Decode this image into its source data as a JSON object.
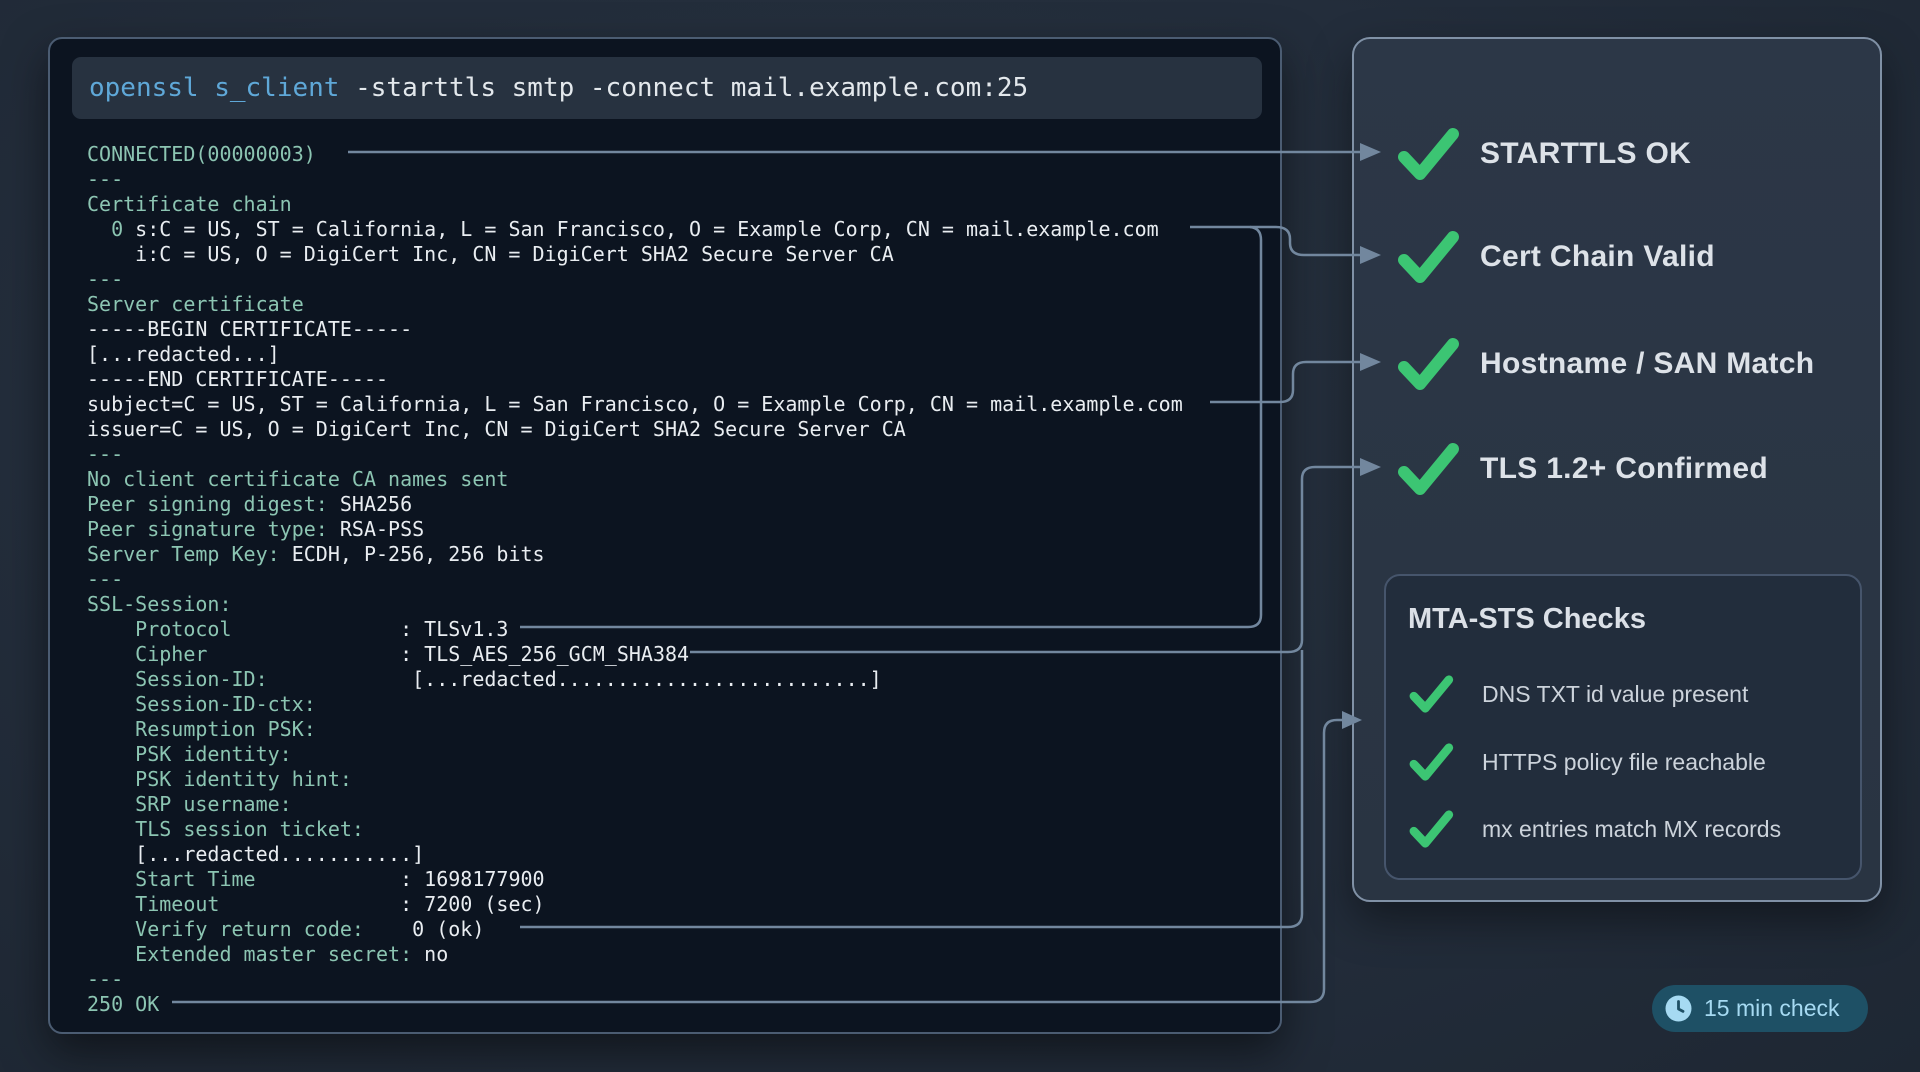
{
  "command_bar": {
    "highlight": "openssl s_client",
    "rest": " -starttls smtp -connect mail.example.com:25"
  },
  "terminal": {
    "lines": [
      [
        [
          "t",
          "CONNECTED(00000003)"
        ]
      ],
      [
        [
          "t",
          "---"
        ]
      ],
      [
        [
          "t",
          "Certificate chain"
        ]
      ],
      [
        [
          "t",
          "  0 "
        ],
        [
          "w",
          "s:C = US, ST = California, L = San Francisco, O = Example Corp, CN = mail.example.com"
        ]
      ],
      [
        [
          "w",
          "    i:C = US, O = DigiCert Inc, CN = DigiCert SHA2 Secure Server CA"
        ]
      ],
      [
        [
          "t",
          "---"
        ]
      ],
      [
        [
          "t",
          "Server certificate"
        ]
      ],
      [
        [
          "w",
          "-----BEGIN CERTIFICATE-----"
        ]
      ],
      [
        [
          "w",
          "[...redacted...]"
        ]
      ],
      [
        [
          "w",
          "-----END CERTIFICATE-----"
        ]
      ],
      [
        [
          "w",
          "subject=C = US, ST = California, L = San Francisco, O = Example Corp, CN = mail.example.com"
        ]
      ],
      [
        [
          "w",
          "issuer=C = US, O = DigiCert Inc, CN = DigiCert SHA2 Secure Server CA"
        ]
      ],
      [
        [
          "t",
          "---"
        ]
      ],
      [
        [
          "t",
          "No client certificate CA names sent"
        ]
      ],
      [
        [
          "t",
          "Peer signing digest: "
        ],
        [
          "w",
          "SHA256"
        ]
      ],
      [
        [
          "t",
          "Peer signature type: "
        ],
        [
          "w",
          "RSA-PSS"
        ]
      ],
      [
        [
          "t",
          "Server Temp Key: "
        ],
        [
          "w",
          "ECDH, P-256, 256 bits"
        ]
      ],
      [
        [
          "t",
          "---"
        ]
      ],
      [
        [
          "t",
          "SSL-Session:"
        ]
      ],
      [
        [
          "t",
          "    Protocol"
        ],
        [
          "w",
          "              : TLSv1.3"
        ]
      ],
      [
        [
          "t",
          "    Cipher"
        ],
        [
          "w",
          "                : TLS_AES_256_GCM_SHA384"
        ]
      ],
      [
        [
          "t",
          "    Session-ID:"
        ],
        [
          "w",
          "            [...redacted..........................]"
        ]
      ],
      [
        [
          "t",
          "    Session-ID-ctx:"
        ]
      ],
      [
        [
          "t",
          "    Resumption PSK:"
        ]
      ],
      [
        [
          "t",
          "    PSK identity:"
        ]
      ],
      [
        [
          "t",
          "    PSK identity hint:"
        ]
      ],
      [
        [
          "t",
          "    SRP username:"
        ]
      ],
      [
        [
          "t",
          "    TLS session ticket:"
        ]
      ],
      [
        [
          "w",
          "    [...redacted...........]"
        ]
      ],
      [
        [
          "t",
          "    Start Time"
        ],
        [
          "w",
          "            : 1698177900"
        ]
      ],
      [
        [
          "t",
          "    Timeout"
        ],
        [
          "w",
          "               : 7200 (sec)"
        ]
      ],
      [
        [
          "t",
          "    Verify return code:"
        ],
        [
          "w",
          "    0 (ok)"
        ]
      ],
      [
        [
          "t",
          "    Extended master secret: "
        ],
        [
          "w",
          "no"
        ]
      ],
      [
        [
          "t",
          "---"
        ]
      ],
      [
        [
          "t",
          "250 OK"
        ]
      ]
    ]
  },
  "panel": {
    "checks": [
      {
        "label": "STARTTLS OK"
      },
      {
        "label": "Cert Chain Valid"
      },
      {
        "label": "Hostname / SAN Match"
      },
      {
        "label": "TLS 1.2+ Confirmed"
      }
    ],
    "mta_box": {
      "title": "MTA-STS Checks",
      "items": [
        {
          "label": "DNS TXT id value present"
        },
        {
          "label": "HTTPS policy file reachable"
        },
        {
          "label": "mx entries match MX records"
        }
      ]
    },
    "badge": {
      "label": "15 min check",
      "icon": "clock-icon"
    }
  },
  "colors": {
    "check_green": "#3cc573",
    "teal_text": "#8cc5b2",
    "accent_blue": "#5fa8d8",
    "connector": "#72879e",
    "badge_bg": "#1e5065",
    "badge_text": "#a6daf2"
  }
}
